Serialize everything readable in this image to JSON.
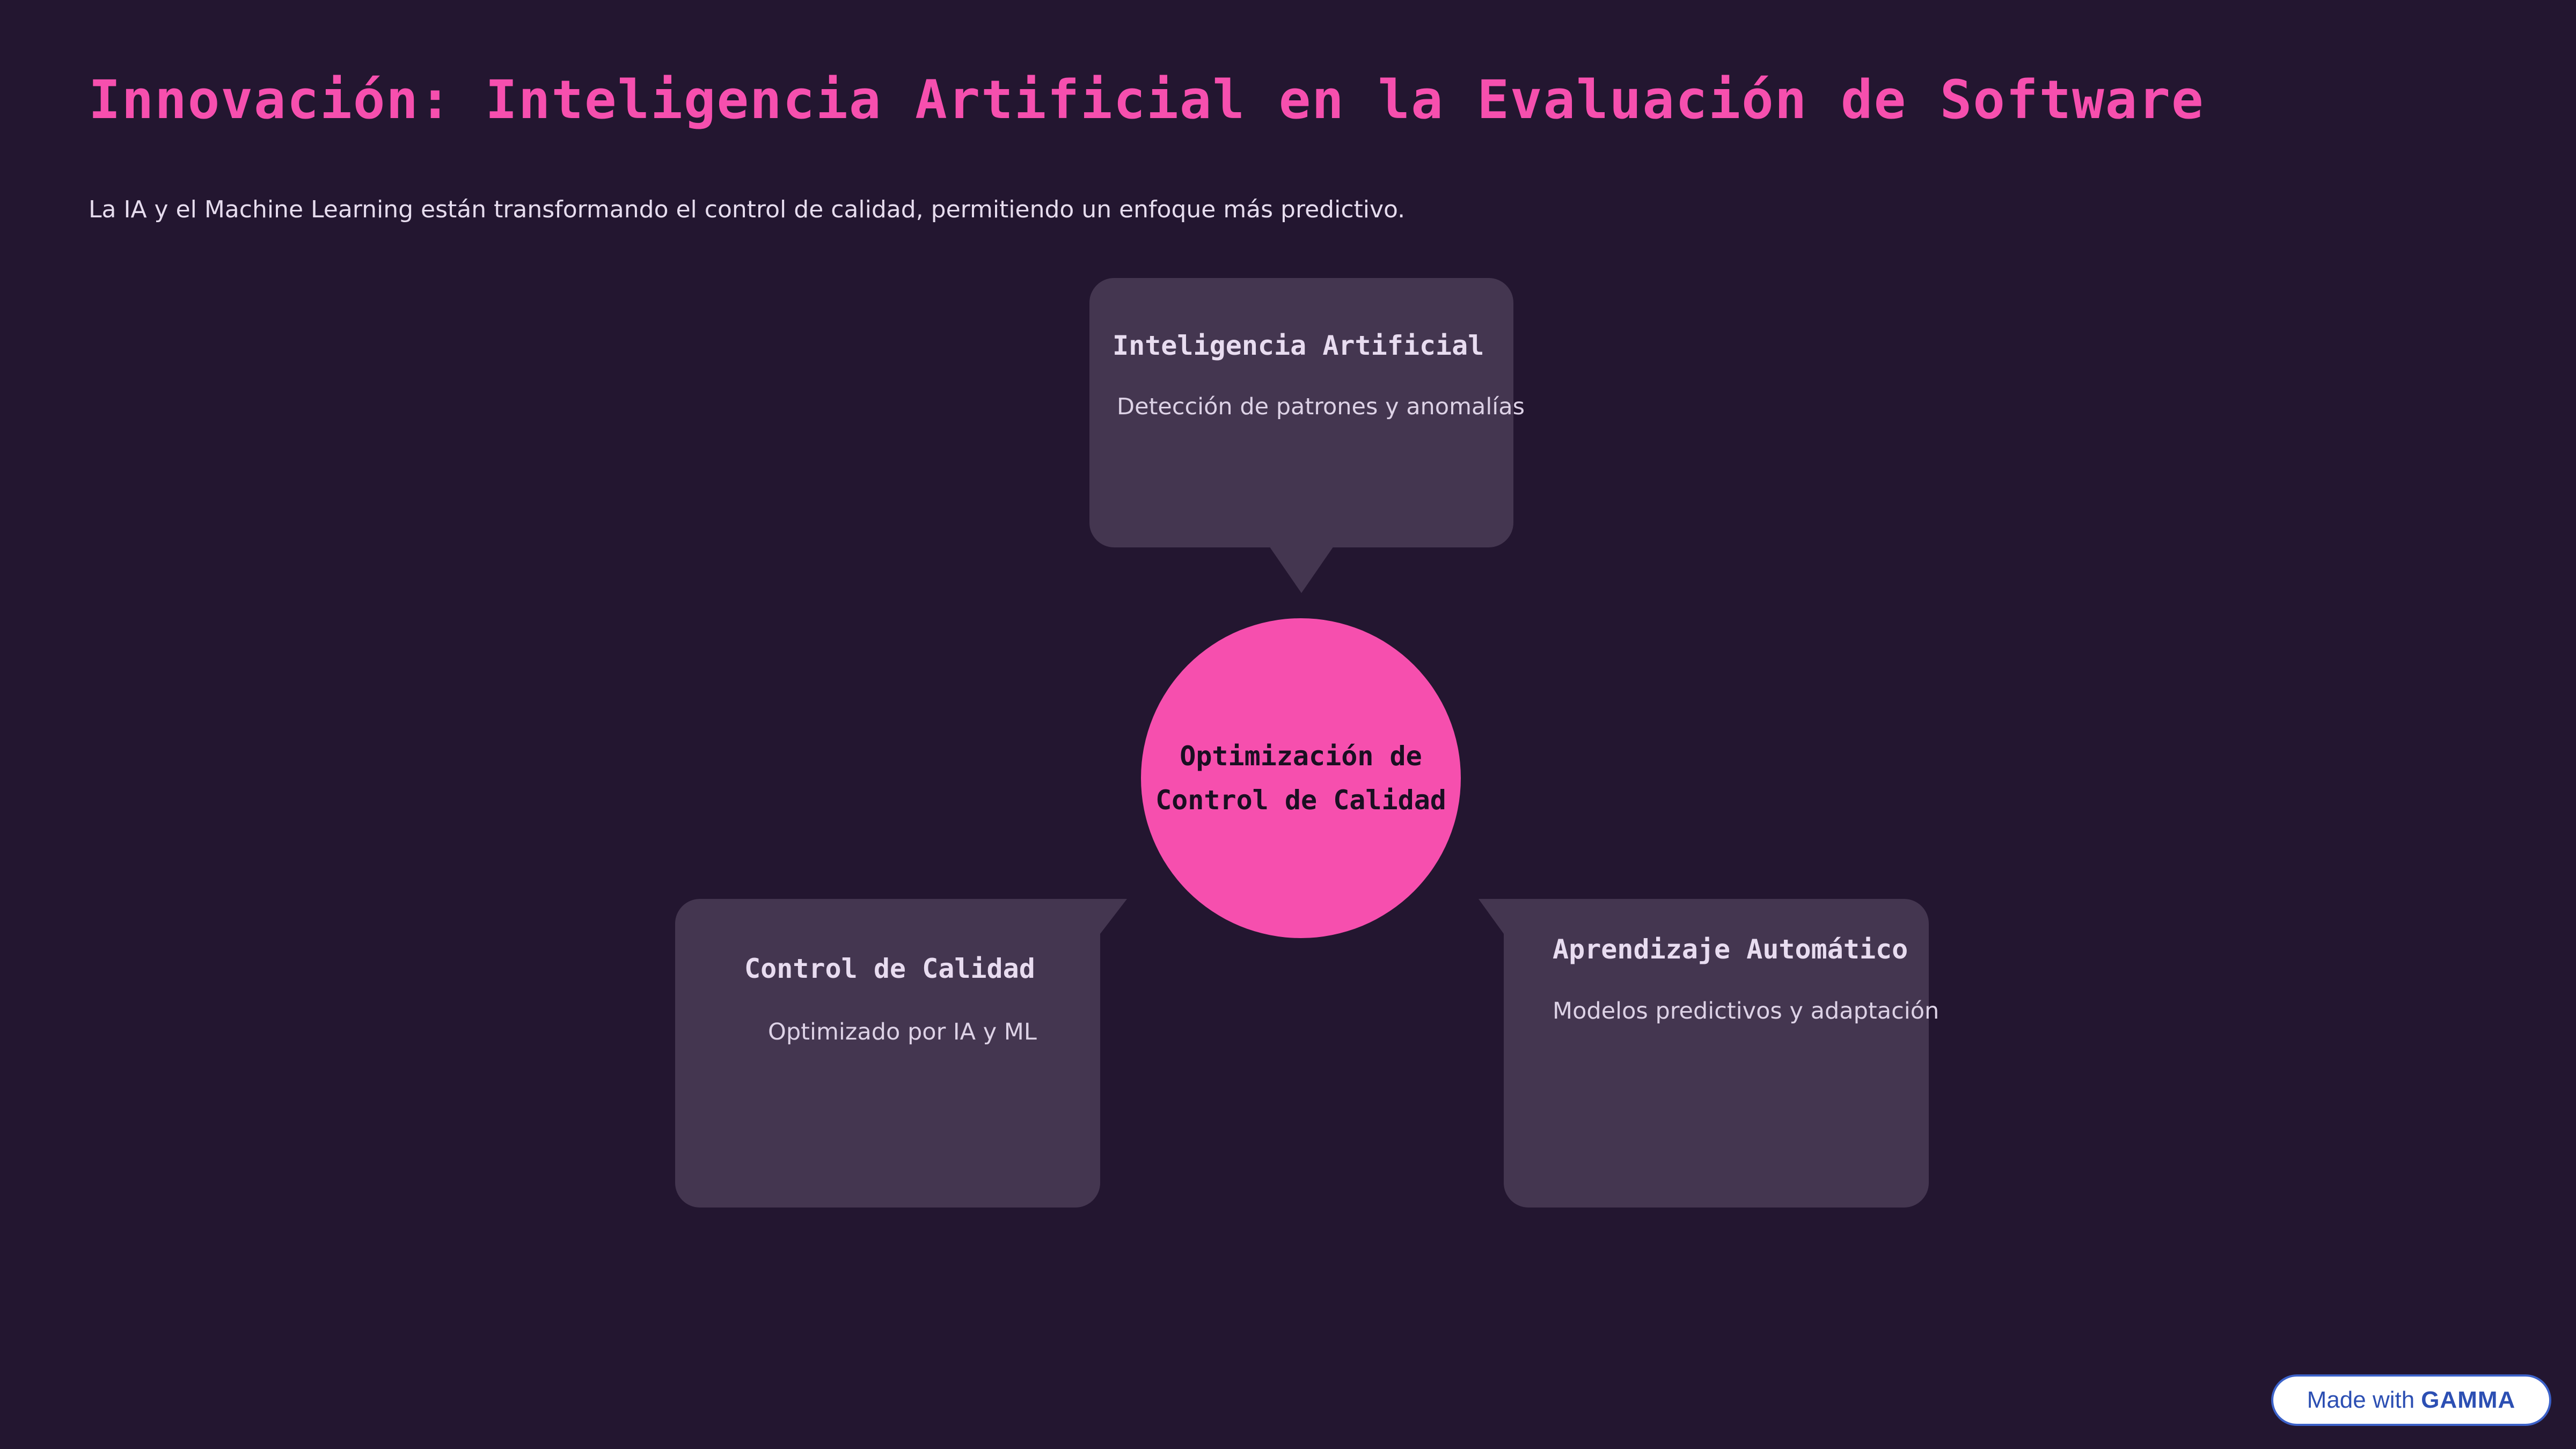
{
  "title": "Innovación: Inteligencia Artificial en la Evaluación de Software",
  "subtitle": "La IA y el Machine Learning están transformando el control de calidad, permitiendo un enfoque más predictivo.",
  "center": {
    "label": "Optimización de Control de Calidad",
    "color": "#f64fae"
  },
  "cards": {
    "top": {
      "title": "Inteligencia Artificial",
      "desc": "Detección de patrones y anomalías"
    },
    "left": {
      "title": "Control de Calidad",
      "desc": "Optimizado por IA y ML"
    },
    "right": {
      "title": "Aprendizaje Automático",
      "desc": "Modelos predictivos y adaptación"
    }
  },
  "badge": {
    "prefix": "Made with",
    "brand": "GAMMA"
  },
  "colors": {
    "background": "#231630",
    "card": "#443650",
    "accent": "#f64fae"
  }
}
